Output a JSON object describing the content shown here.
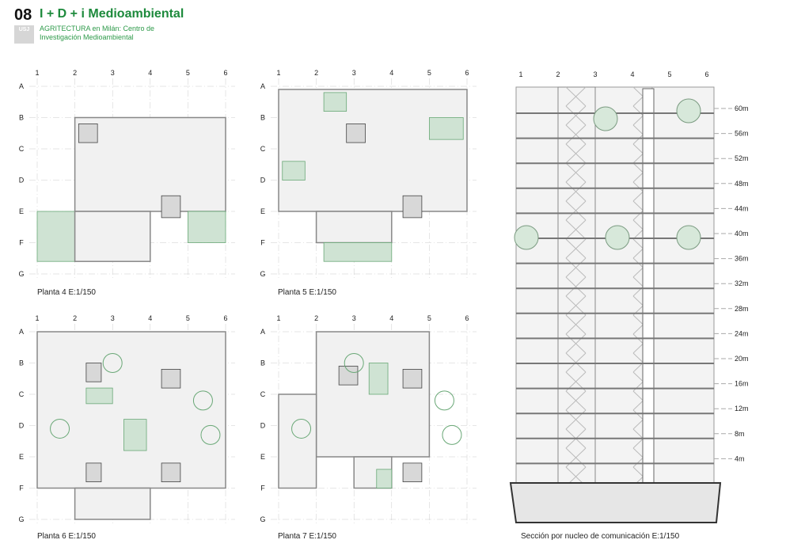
{
  "header": {
    "number": "08",
    "title": "I + D + i Medioambiental",
    "subtitle_line1": "AGRITECTURA en Milán: Centro de",
    "subtitle_line2": "Investigación Medioambiental",
    "logo": "USJ"
  },
  "grid": {
    "columns": [
      "1",
      "2",
      "3",
      "4",
      "5",
      "6"
    ],
    "rows": [
      "A",
      "B",
      "C",
      "D",
      "E",
      "F",
      "G"
    ]
  },
  "plans": [
    {
      "caption": "Planta 4 E:1/150"
    },
    {
      "caption": "Planta 5 E:1/150"
    },
    {
      "caption": "Planta 6 E:1/150"
    },
    {
      "caption": "Planta 7 E:1/150"
    }
  ],
  "section": {
    "caption": "Sección por nucleo de comunicación E:1/150",
    "levels": [
      "60m",
      "56m",
      "52m",
      "48m",
      "44m",
      "40m",
      "36m",
      "32m",
      "28m",
      "24m",
      "20m",
      "16m",
      "12m",
      "8m",
      "4m"
    ]
  },
  "colors": {
    "accent": "#1d8a3c",
    "plant": "#8fc49a",
    "wall": "#888888",
    "fill": "#d8d8d8"
  }
}
